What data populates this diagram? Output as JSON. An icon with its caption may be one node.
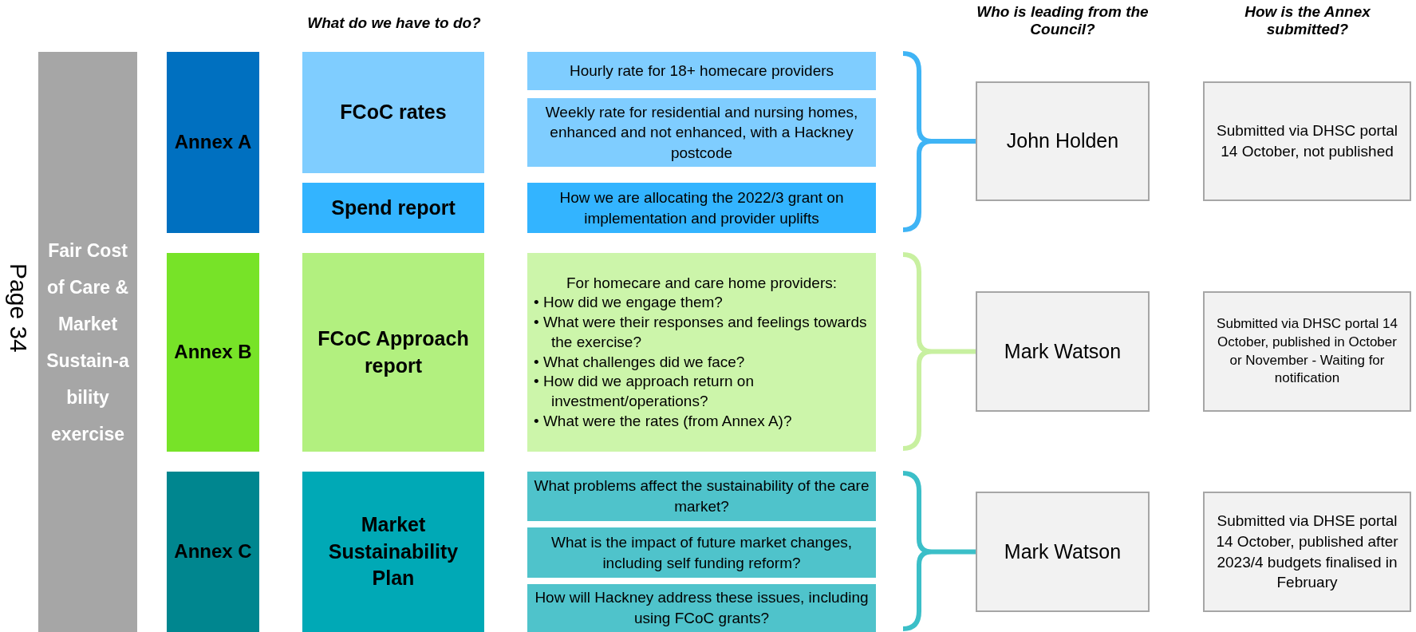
{
  "diagram": {
    "nodes": [
      {
        "text": [
          "Fair Cost of Care & Market Sustain-a bility exercise"
        ]
      },
      {
        "text": [
          "Annex A"
        ]
      },
      {
        "text": [
          "FCoC rates"
        ]
      },
      {
        "text": [
          "Spend report"
        ]
      },
      {
        "text": [
          "Hourly rate for 18+ homecare providers"
        ]
      },
      {
        "text": [
          "Weekly rate for residential and nursing homes, enhanced and not enhanced, with a Hackney postcode"
        ]
      },
      {
        "text": [
          "How we are allocating the 2022/3 grant on implementation and provider uplifts"
        ]
      },
      {
        "text": [
          "Annex B"
        ]
      },
      {
        "text": [
          "FCoC Approach report"
        ]
      },
      {
        "text": [
          "For homecare and care home providers:",
          "• How did we engage them?",
          "• What were their responses and feelings towards the exercise?",
          "• What challenges did we face?",
          "• How did we approach return on investment/operations?",
          "• What were the rates (from Annex A)?"
        ]
      },
      {
        "text": [
          "Annex C"
        ]
      },
      {
        "text": [
          "Market Sustainability Plan"
        ]
      },
      {
        "text": [
          "What problems affect the sustainability of the care market?"
        ]
      },
      {
        "text": [
          "What is the impact of future market changes, including self funding reform?"
        ]
      },
      {
        "text": [
          "How will Hackney address these issues, including using FCoC grants?"
        ]
      },
      {
        "text": [
          "John Holden"
        ]
      },
      {
        "text": [
          "Submitted via DHSC portal 14 October, not published"
        ]
      },
      {
        "text": [
          "Mark Watson"
        ]
      },
      {
        "text": [
          "Submitted via DHSC portal 14 October, published in October or November - Waiting for notification"
        ]
      },
      {
        "text": [
          "Mark Watson"
        ]
      },
      {
        "text": [
          "Submitted via DHSE portal 14 October, published after 2023/4 budgets finalised in February"
        ]
      }
    ],
    "labels": [
      "What do we have to do?",
      "Who is leading from the Council?",
      "How is the Annex submitted?",
      "Page 34"
    ]
  }
}
